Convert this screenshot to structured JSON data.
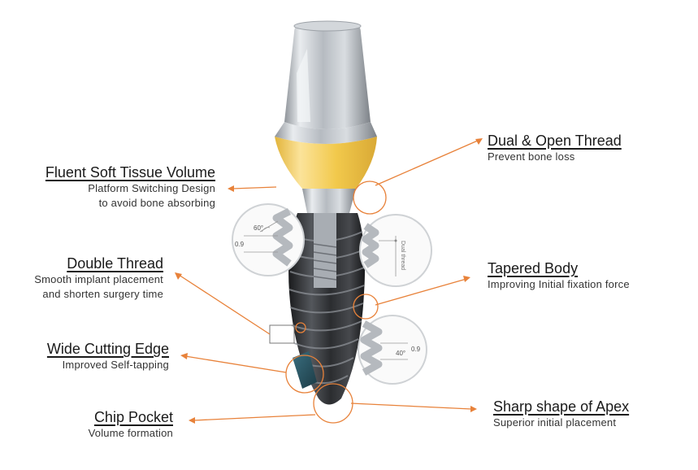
{
  "labels": {
    "soft_tissue": {
      "title": "Fluent Soft Tissue Volume",
      "desc1": "Platform Switching Design",
      "desc2": "to avoid bone absorbing"
    },
    "double_thread": {
      "title": "Double Thread",
      "desc1": "Smooth implant placement",
      "desc2": "and shorten surgery time"
    },
    "cutting_edge": {
      "title": "Wide Cutting Edge",
      "desc1": "Improved Self-tapping"
    },
    "chip_pocket": {
      "title": "Chip Pocket",
      "desc1": "Volume formation"
    },
    "dual_open": {
      "title": "Dual & Open Thread",
      "desc1": "Prevent bone loss"
    },
    "tapered": {
      "title": "Tapered Body",
      "desc1": "Improving Initial fixation force"
    },
    "apex": {
      "title": "Sharp shape of Apex",
      "desc1": "Superior initial placement"
    }
  },
  "detail": {
    "angle_left": "60°",
    "pitch_left": "0.9",
    "dual_thread": "Dual thread",
    "angle_right": "40°",
    "pitch_right": "0.9"
  },
  "colors": {
    "accent": "#e8823a",
    "collar": "#f2c94c",
    "body": "#2b2d30",
    "titanium": "#c9cdd2"
  }
}
